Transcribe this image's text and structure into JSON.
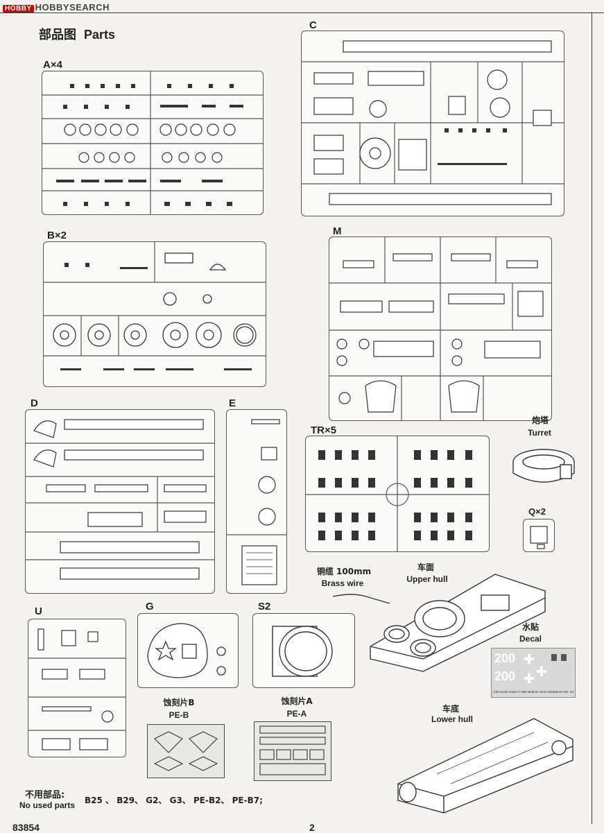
{
  "watermark": {
    "brand": "HOBBY",
    "text": "HOBBYSEARCH"
  },
  "title": {
    "zh": "部品图",
    "en": "Parts"
  },
  "sprues": {
    "a": {
      "label": "A×4"
    },
    "b": {
      "label": "B×2"
    },
    "c": {
      "label": "C"
    },
    "m": {
      "label": "M"
    },
    "d": {
      "label": "D"
    },
    "e": {
      "label": "E"
    },
    "tr": {
      "label": "TR×5"
    },
    "u": {
      "label": "U"
    },
    "g": {
      "label": "G"
    },
    "s2": {
      "label": "S2"
    },
    "q": {
      "label": "Q×2"
    }
  },
  "captions": {
    "turret": {
      "zh": "炮塔",
      "en": "Turret"
    },
    "brass_wire": {
      "zh": "铜缆 100mm",
      "en": "Brass wire"
    },
    "upper_hull": {
      "zh": "车面",
      "en": "Upper hull"
    },
    "decal": {
      "zh": "水贴",
      "en": "Decal"
    },
    "lower_hull": {
      "zh": "车底",
      "en": "Lower hull"
    },
    "pe_b": {
      "zh": "蚀刻片B",
      "en": "PE-B"
    },
    "pe_a": {
      "zh": "蚀刻片A",
      "en": "PE-A"
    }
  },
  "decal_sheet": {
    "caption": "1/35 Scale Soviet T-28E Medium Tank HobbyBoss NO. 83854",
    "number": "200"
  },
  "unused": {
    "zh": "不用部品:",
    "en": "No used parts",
    "list": "B25 、 B29、 G2、 G3、 PE-B2、 PE-B7;"
  },
  "footer": {
    "code": "83854",
    "page": "2"
  }
}
